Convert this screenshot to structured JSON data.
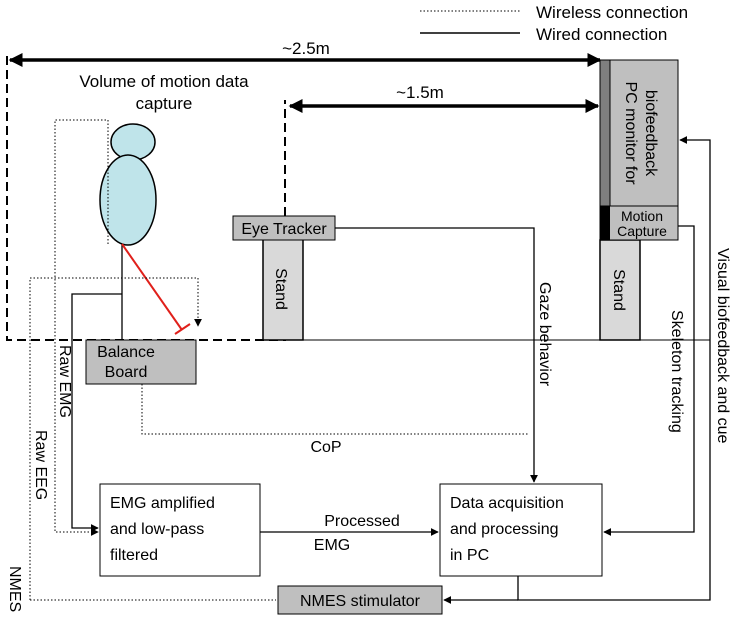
{
  "legend": {
    "wireless": "Wireless connection",
    "wired": "Wired connection"
  },
  "dimensions": {
    "room": "~2.5m",
    "monitor_distance": "~1.5m"
  },
  "labels": {
    "capture_volume_line1": "Volume of motion data",
    "capture_volume_line2": "capture",
    "eye_tracker": "Eye Tracker",
    "stand_left": "Stand",
    "stand_right": "Stand",
    "monitor_line1": "PC monitor for",
    "monitor_line2": "biofeedback",
    "motion_capture_line1": "Motion",
    "motion_capture_line2": "Capture",
    "balance_board_line1": "Balance",
    "balance_board_line2": "Board",
    "raw_emg": "Raw EMG",
    "raw_eeg": "Raw EEG",
    "nmes": "NMES",
    "gaze": "Gaze behavior",
    "cop": "CoP",
    "skeleton": "Skeleton tracking",
    "visual_feedback": "Visual biofeedback and cue",
    "emg_box_line1": "EMG amplified",
    "emg_box_line2": "and low-pass",
    "emg_box_line3": "filtered",
    "processed_line1": "Processed",
    "processed_line2": "EMG",
    "daq_line1": "Data acquisition",
    "daq_line2": "and processing",
    "daq_line3": "in PC",
    "nmes_stim": "NMES stimulator"
  },
  "colors": {
    "body": "#bfe4ea",
    "box_gray": "#bfbfbf",
    "monitor_edge": "#7f7f7f",
    "tether": "#e0201b"
  }
}
